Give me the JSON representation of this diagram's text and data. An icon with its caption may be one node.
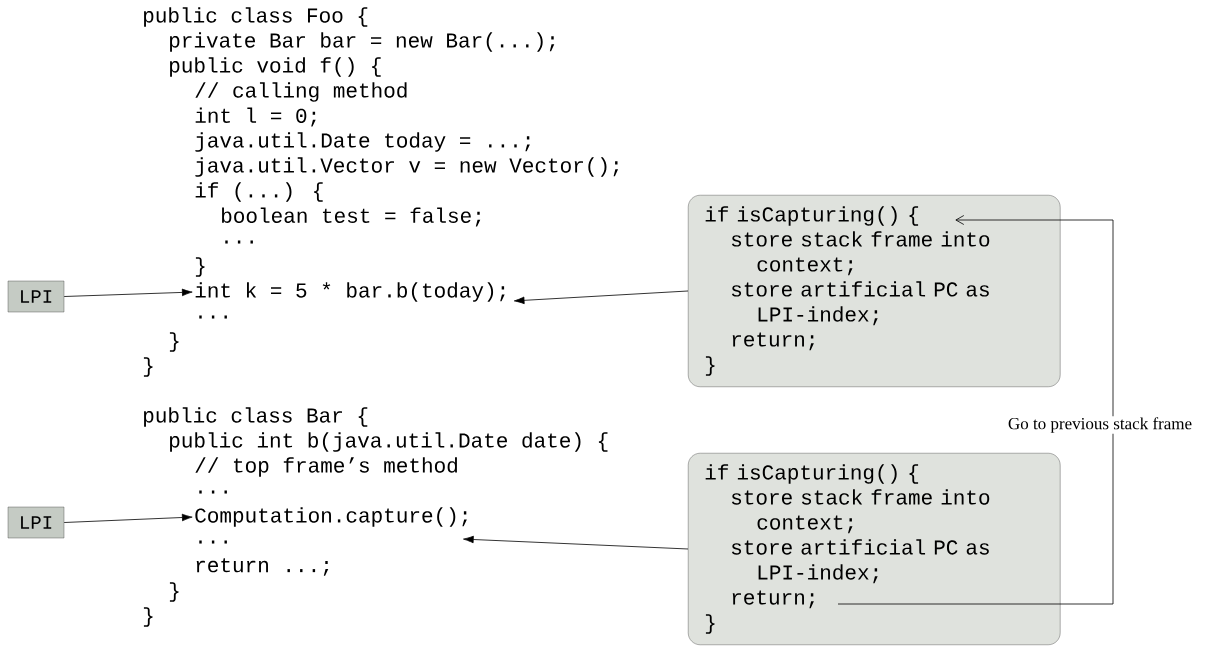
{
  "diagram": {
    "nodes": [
      {
        "text": [
          "LPI"
        ]
      },
      {
        "text": [
          "int k = 5 * bar.b(today);"
        ]
      },
      {
        "text": [
          "if isCapturing() {",
          "store stack frame into context;",
          "store artificial PC as LPI-index;",
          "return;",
          "}"
        ]
      },
      {
        "text": [
          "LPI"
        ]
      },
      {
        "text": [
          "Computation.capture();"
        ]
      },
      {
        "text": [
          "if isCapturing() {",
          "store stack frame into context;",
          "store artificial PC as LPI-index;",
          "return;",
          "}"
        ]
      }
    ],
    "edges": [
      {
        "from": 0,
        "to": 1,
        "arrow": "to"
      },
      {
        "from": 2,
        "to": 1,
        "arrow": "to"
      },
      {
        "from": 3,
        "to": 4,
        "arrow": "to"
      },
      {
        "from": 5,
        "to": 4,
        "arrow": "to"
      },
      {
        "from": 5,
        "to": 2,
        "arrow": "to",
        "label": "Go to previous stack frame"
      }
    ],
    "labels": [
      "public class Foo {",
      "private Bar bar = new Bar(...);",
      "public void f() {",
      "// calling method",
      "int l = 0;",
      "java.util.Date today = ...;",
      "java.util.Vector v = new Vector();",
      "if (...) {",
      "boolean test = false;",
      "...",
      "}",
      "...",
      "}",
      "}",
      "public class Bar {",
      "public int b(java.util.Date date) {",
      "// top frame’s method",
      "...",
      "...",
      "return ...;",
      "}",
      "}"
    ]
  }
}
